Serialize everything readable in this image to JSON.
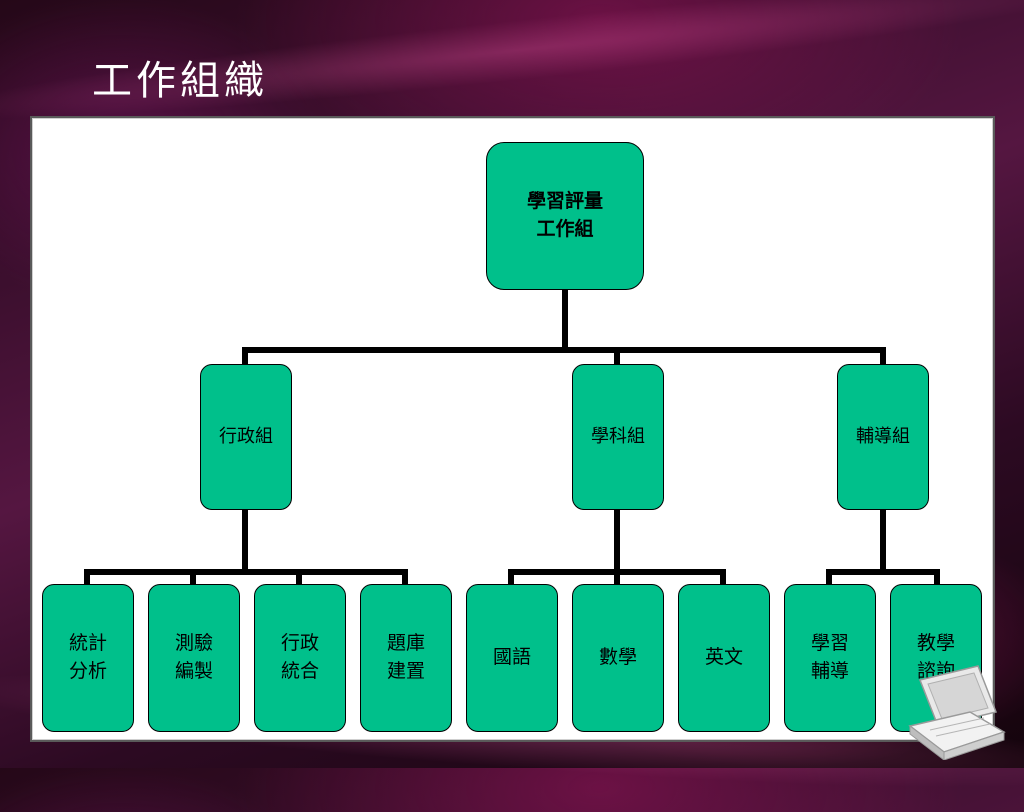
{
  "slide": {
    "title": "工作組織"
  },
  "org_chart": {
    "root": {
      "label": "學習評量\n工作組"
    },
    "groups": [
      {
        "label": "行政組",
        "children": [
          {
            "label": "統計\n分析"
          },
          {
            "label": "測驗\n編製"
          },
          {
            "label": "行政\n統合"
          },
          {
            "label": "題庫\n建置"
          }
        ]
      },
      {
        "label": "學科組",
        "children": [
          {
            "label": "國語"
          },
          {
            "label": "數學"
          },
          {
            "label": "英文"
          }
        ]
      },
      {
        "label": "輔導組",
        "children": [
          {
            "label": "學習\n輔導"
          },
          {
            "label": "教學\n諮詢"
          }
        ]
      }
    ]
  },
  "colors": {
    "node_fill": "#00c08b",
    "connector": "#000000",
    "title_text": "#ffffff"
  },
  "icons": [
    "computer-icon"
  ]
}
